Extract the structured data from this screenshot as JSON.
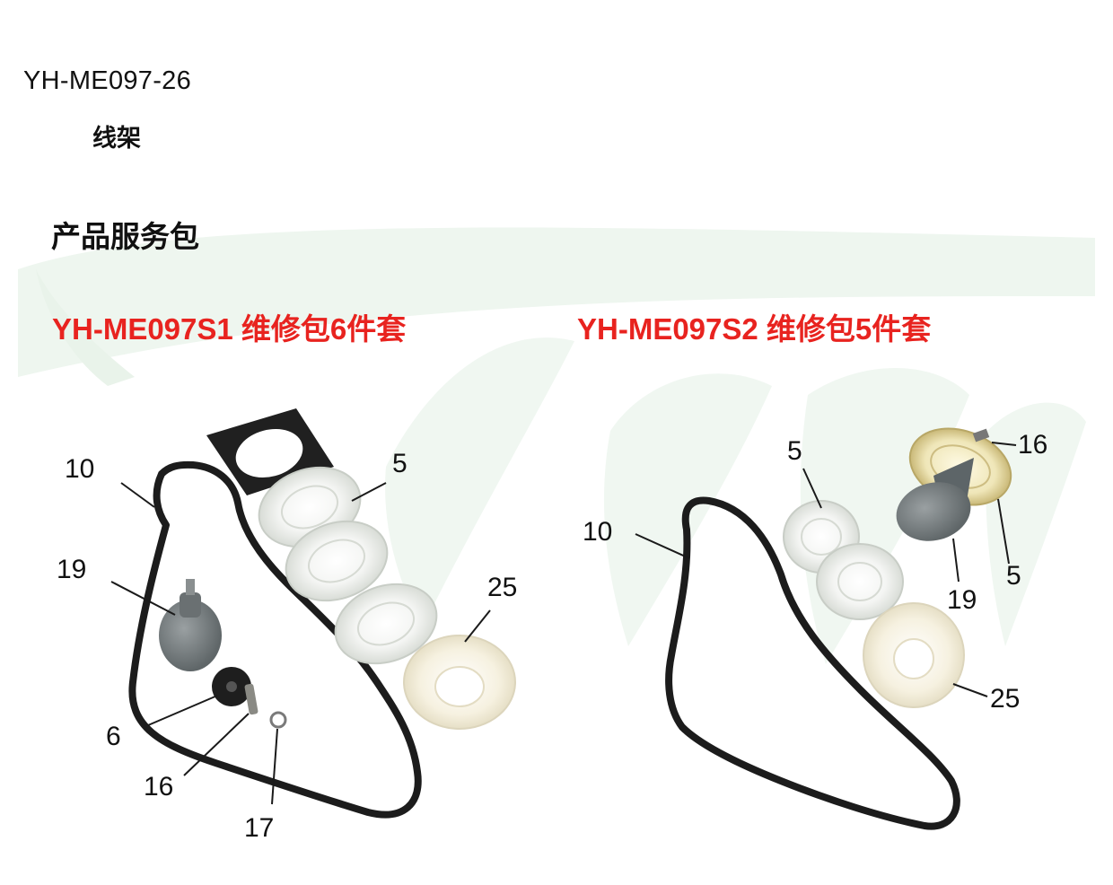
{
  "header": {
    "part_code": "YH-ME097-26",
    "part_name": "线架"
  },
  "section": {
    "title": "产品服务包"
  },
  "kits": [
    {
      "title": "YH-ME097S1 维修包6件套",
      "callouts": [
        "10",
        "5",
        "19",
        "25",
        "6",
        "16",
        "17"
      ]
    },
    {
      "title": "YH-ME097S2 维修包5件套",
      "callouts": [
        "5",
        "16",
        "10",
        "5",
        "19",
        "25"
      ]
    }
  ],
  "colors": {
    "title_red": "#e8231f",
    "watermark_green": "#eef6ef",
    "gasket_black": "#1c1c1c"
  }
}
